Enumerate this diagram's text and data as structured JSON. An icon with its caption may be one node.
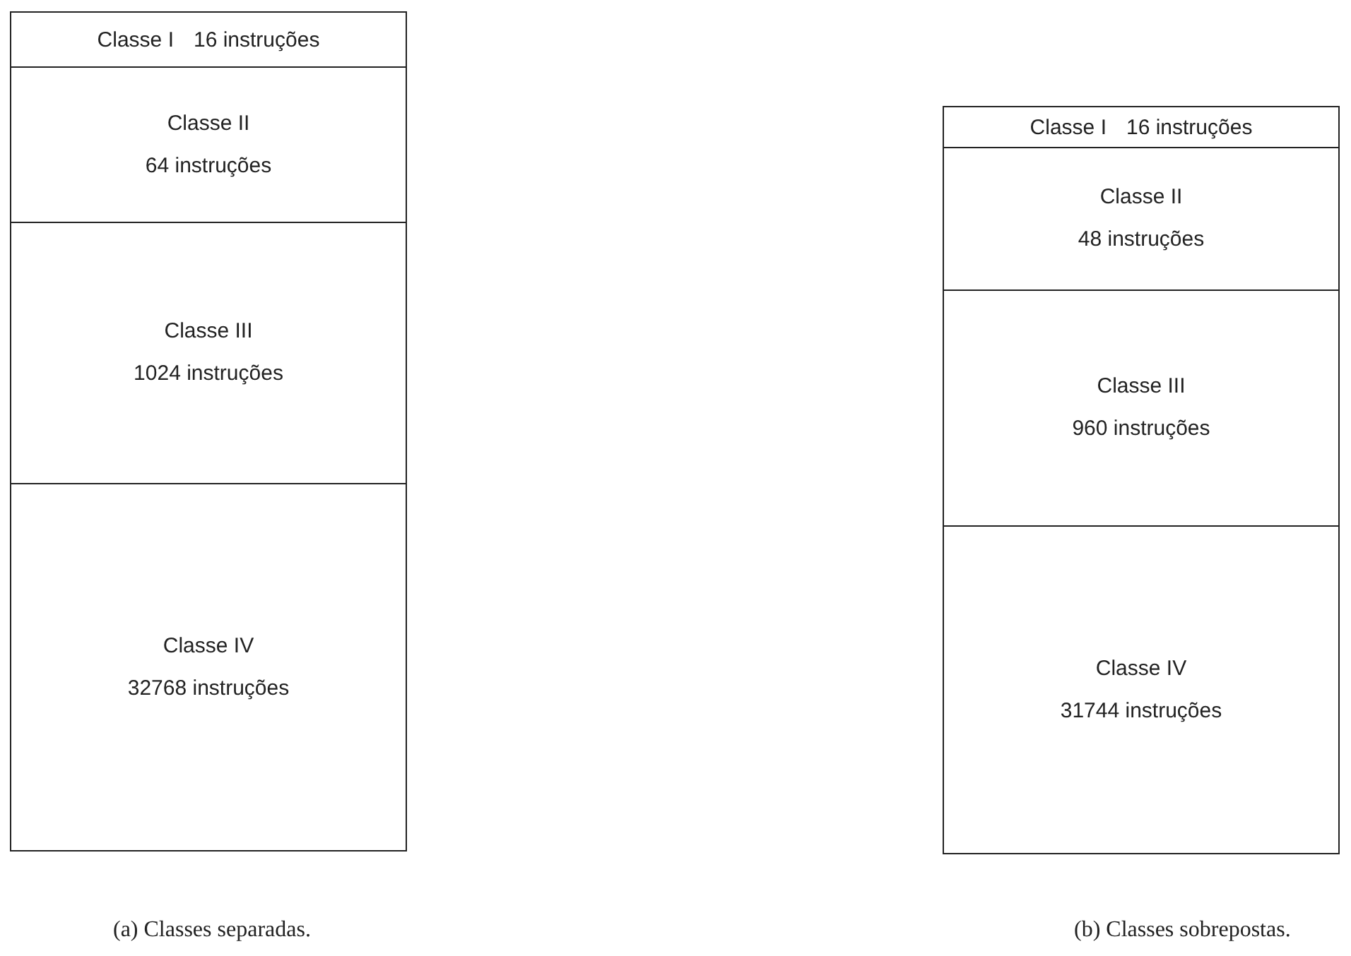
{
  "diagram": {
    "nodes": [
      {
        "text": [
          "Classe I",
          "16 instruções"
        ]
      },
      {
        "text": [
          "Classe II",
          "64 instruções"
        ]
      },
      {
        "text": [
          "Classe III",
          "1024 instruções"
        ]
      },
      {
        "text": [
          "Classe IV",
          "32768 instruções"
        ]
      },
      {
        "text": [
          "Classe I",
          "16 instruções"
        ]
      },
      {
        "text": [
          "Classe II",
          "48 instruções"
        ]
      },
      {
        "text": [
          "Classe III",
          "960 instruções"
        ]
      },
      {
        "text": [
          "Classe IV",
          "31744 instruções"
        ]
      }
    ],
    "edges": [],
    "labels": [
      "(a) Classes separadas.",
      "(b) Classes sobrepostas."
    ]
  }
}
